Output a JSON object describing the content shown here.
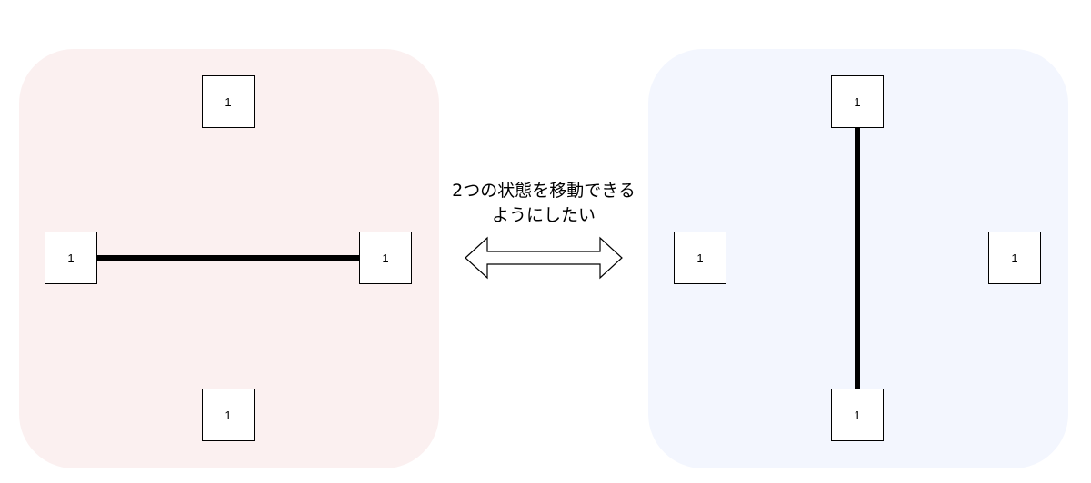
{
  "diagram": {
    "caption": {
      "line1": "2つの状態を移動できる",
      "line2": "ようにしたい"
    },
    "left_state": {
      "background": "#fbf0f0",
      "nodes": {
        "top": "1",
        "left": "1",
        "right": "1",
        "bottom": "1"
      },
      "connection": "left-right"
    },
    "right_state": {
      "background": "#f3f6fe",
      "nodes": {
        "top": "1",
        "left": "1",
        "right": "1",
        "bottom": "1"
      },
      "connection": "top-bottom"
    },
    "arrow": "double-headed-arrow"
  }
}
